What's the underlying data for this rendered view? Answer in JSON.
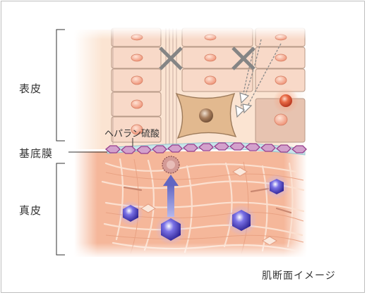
{
  "labels": {
    "epidermis": "表皮",
    "basement_membrane": "基底膜",
    "dermis": "真皮",
    "heparan_sulfate": "ヘパラン硫酸",
    "caption": "肌断面イメージ"
  },
  "colors": {
    "epidermis_bg": "#fbe4d2",
    "dermis_bg": "#f5b79a",
    "membrane": "#a44a9a",
    "membrane_fill": "#d9a5d3",
    "cell": "#f7d7c6",
    "nucleus": "#ef9a7e",
    "cross": "#858585",
    "blue_cell": "#4a3fbf",
    "red_cell": "#d9472b",
    "arrow": "#7376c7"
  },
  "icons": [
    "cross-mark-icon",
    "up-arrow-icon"
  ]
}
